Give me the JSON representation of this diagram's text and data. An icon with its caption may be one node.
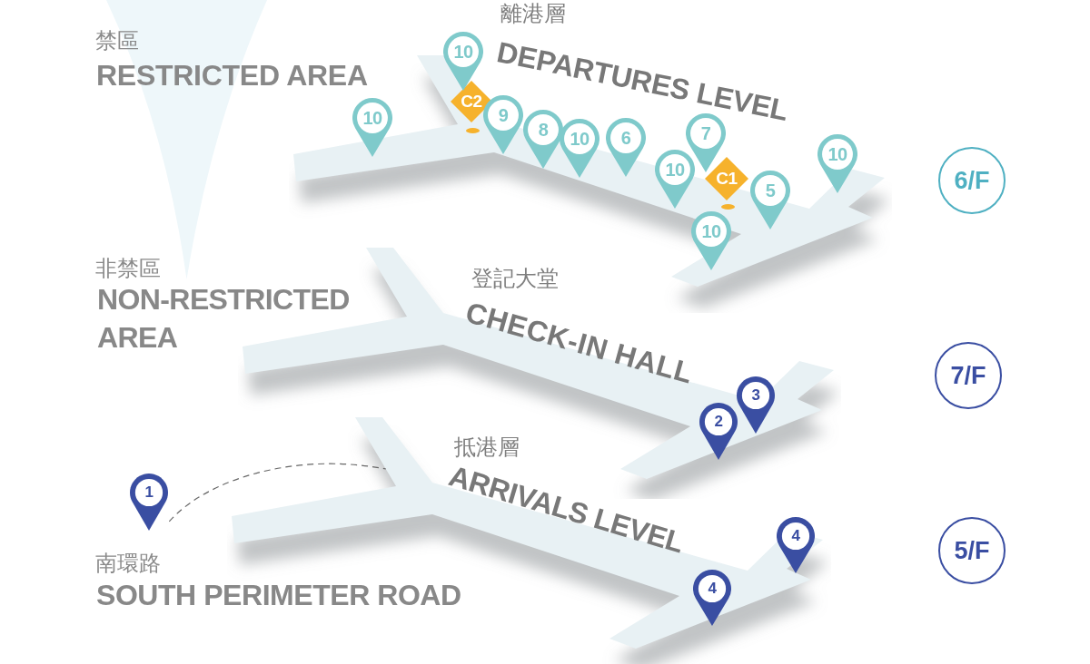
{
  "diagram": {
    "nodes": [
      {
        "text": [],
        "shape": "triangle"
      },
      {
        "text": [
          "離港層",
          "DEPARTURES LEVEL"
        ]
      },
      {
        "text": [
          "10"
        ]
      },
      {
        "text": [
          "C2"
        ],
        "in": 1
      },
      {
        "text": [
          "10"
        ],
        "in": 1
      },
      {
        "text": [
          "9"
        ],
        "in": 1
      },
      {
        "text": [
          "8"
        ],
        "in": 1
      },
      {
        "text": [
          "10"
        ],
        "in": 1
      },
      {
        "text": [
          "6"
        ],
        "in": 1
      },
      {
        "text": [
          "7"
        ],
        "in": 1
      },
      {
        "text": [
          "10"
        ],
        "in": 1
      },
      {
        "text": [
          "10"
        ],
        "in": 1
      },
      {
        "text": [
          "C1"
        ],
        "in": 1
      },
      {
        "text": [
          "5"
        ],
        "in": 1
      },
      {
        "text": [
          "10"
        ],
        "in": 1
      },
      {
        "text": [
          "6/F"
        ]
      },
      {
        "text": [
          "登記大堂",
          "CHECK-IN HALL"
        ]
      },
      {
        "text": [
          "3"
        ],
        "in": 16
      },
      {
        "text": [
          "2"
        ],
        "in": 16
      },
      {
        "text": [
          "7/F"
        ]
      },
      {
        "text": [
          "抵港層",
          "ARRIVALS LEVEL"
        ]
      },
      {
        "text": [
          "1"
        ]
      },
      {
        "text": [
          "4"
        ],
        "in": 20
      },
      {
        "text": [
          "4"
        ],
        "in": 20
      },
      {
        "text": [
          "5/F"
        ]
      }
    ],
    "edges": [
      {
        "from": 21,
        "to": 20,
        "arrow": "none",
        "style": "dashed"
      }
    ],
    "labels": [
      "禁區",
      "RESTRICTED AREA",
      "非禁區",
      "NON-RESTRICTED AREA",
      "南環路",
      "SOUTH PERIMETER ROAD"
    ]
  }
}
